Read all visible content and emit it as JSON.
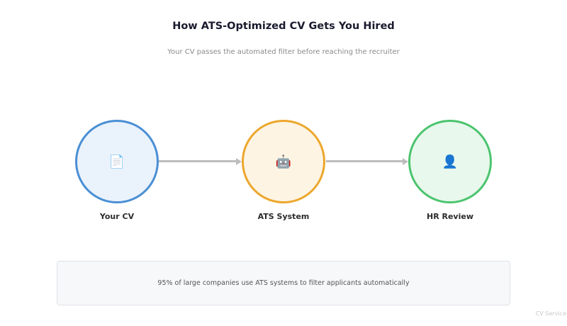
{
  "header": {
    "title": "How ATS-Optimized CV Gets You Hired",
    "subtitle": "Your CV passes the automated filter before reaching the recruiter"
  },
  "steps": [
    {
      "label": "Your CV",
      "icon": "document-icon",
      "glyph": "📄",
      "color": "#4a8fd4",
      "fill": "#eaf2fc"
    },
    {
      "label": "ATS System",
      "icon": "robot-icon",
      "glyph": "🤖",
      "color": "#eca72d",
      "fill": "#fdf4e4"
    },
    {
      "label": "HR Review",
      "icon": "person-icon",
      "glyph": "👤",
      "color": "#4cc46f",
      "fill": "#e8f8ec"
    }
  ],
  "info": {
    "text": "95% of large companies use ATS systems to filter applicants automatically"
  },
  "footer": {
    "text": "CV Service"
  }
}
